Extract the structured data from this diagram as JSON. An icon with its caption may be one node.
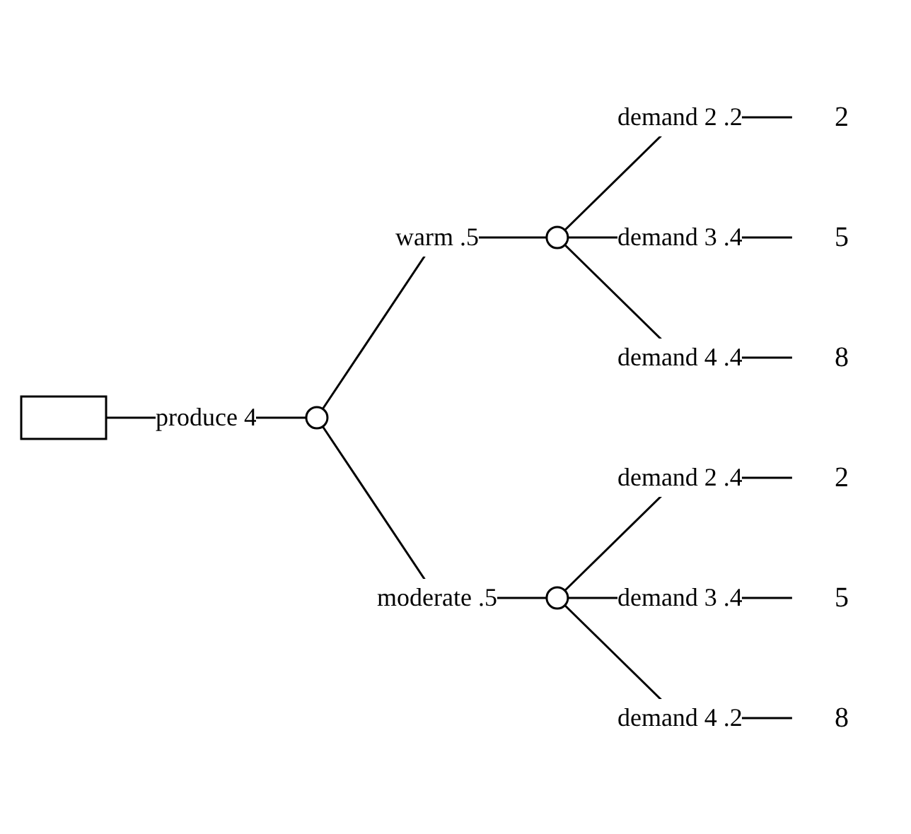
{
  "diagram": {
    "nodes": [
      {
        "text": [],
        "shape": "box"
      },
      {
        "text": [],
        "shape": "circle"
      },
      {
        "text": [],
        "shape": "circle"
      },
      {
        "text": [],
        "shape": "circle"
      },
      {
        "text": [
          "2"
        ]
      },
      {
        "text": [
          "5"
        ]
      },
      {
        "text": [
          "8"
        ]
      },
      {
        "text": [
          "2"
        ]
      },
      {
        "text": [
          "5"
        ]
      },
      {
        "text": [
          "8"
        ]
      }
    ],
    "edges": [
      {
        "from": 0,
        "to": 1,
        "arrow": "none",
        "label": "produce 4"
      },
      {
        "from": 1,
        "to": 2,
        "arrow": "none",
        "label": "warm .5"
      },
      {
        "from": 1,
        "to": 3,
        "arrow": "none",
        "label": "moderate .5"
      },
      {
        "from": 2,
        "to": 4,
        "arrow": "none",
        "label": "demand 2 .2"
      },
      {
        "from": 2,
        "to": 5,
        "arrow": "none",
        "label": "demand 3 .4"
      },
      {
        "from": 2,
        "to": 6,
        "arrow": "none",
        "label": "demand 4 .4"
      },
      {
        "from": 3,
        "to": 7,
        "arrow": "none",
        "label": "demand 2 .4"
      },
      {
        "from": 3,
        "to": 8,
        "arrow": "none",
        "label": "demand 3 .4"
      },
      {
        "from": 3,
        "to": 9,
        "arrow": "none",
        "label": "demand 4 .2"
      }
    ]
  }
}
